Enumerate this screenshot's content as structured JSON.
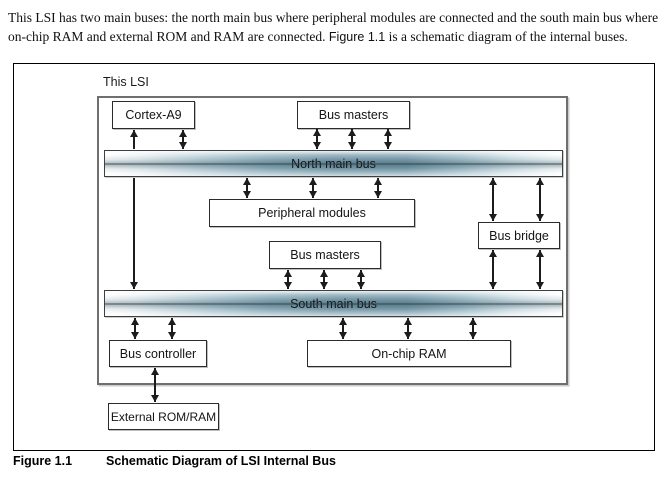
{
  "intro": {
    "line1": "This LSI has two main buses: the north main bus where peripheral modules are connected and the south main bus where",
    "line2_pre": "on-chip RAM and external ROM and RAM are connected. ",
    "line2_figref": "Figure 1.1",
    "line2_post": " is a schematic diagram of the internal buses."
  },
  "figure": {
    "container_label": "This LSI",
    "buses": {
      "north": "North main bus",
      "south": "South main bus"
    },
    "boxes": {
      "cortex": "Cortex-A9",
      "bus_masters_top": "Bus masters",
      "peripheral_modules": "Peripheral modules",
      "bus_masters_mid": "Bus masters",
      "bus_bridge": "Bus bridge",
      "bus_controller": "Bus controller",
      "onchip_ram": "On-chip RAM",
      "external_rom_ram": "External ROM/RAM"
    },
    "caption": {
      "number": "Figure 1.1",
      "title": "Schematic Diagram of LSI Internal Bus"
    }
  },
  "colors": {
    "bus_mid": "#7fa1b0",
    "bus_dark_band": "#5d7f8e",
    "box_border": "#2b2b2b",
    "lsi_border": "#6f6f6f",
    "frame_border": "#000000"
  }
}
